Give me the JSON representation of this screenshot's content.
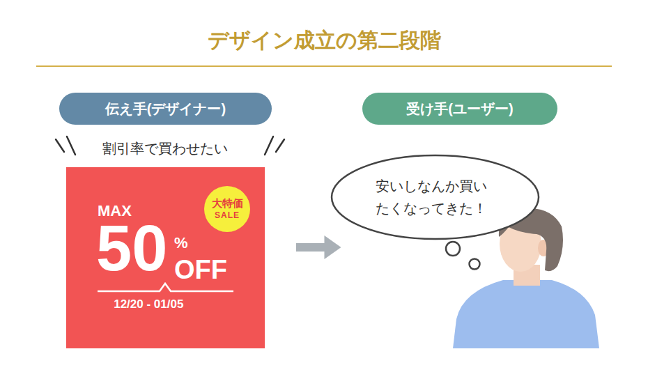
{
  "diagram": {
    "title": "デザイン成立の第二段階",
    "nodes": [
      {
        "text": [
          "伝え手(デザイナー)"
        ]
      },
      {
        "text": [
          "受け手(ユーザー)"
        ]
      },
      {
        "text": [
          "MAX",
          "50",
          "%",
          "OFF",
          "12/20 - 01/05"
        ]
      },
      {
        "text": [
          "大特価",
          "SALE"
        ],
        "in": 2
      },
      {
        "text": [
          "安いしなんか買いたくなってきた！"
        ]
      }
    ],
    "edges": [
      {
        "from": 2,
        "to": 4,
        "arrow": "to"
      }
    ],
    "labels": [
      "割引率で買わせたい"
    ]
  }
}
